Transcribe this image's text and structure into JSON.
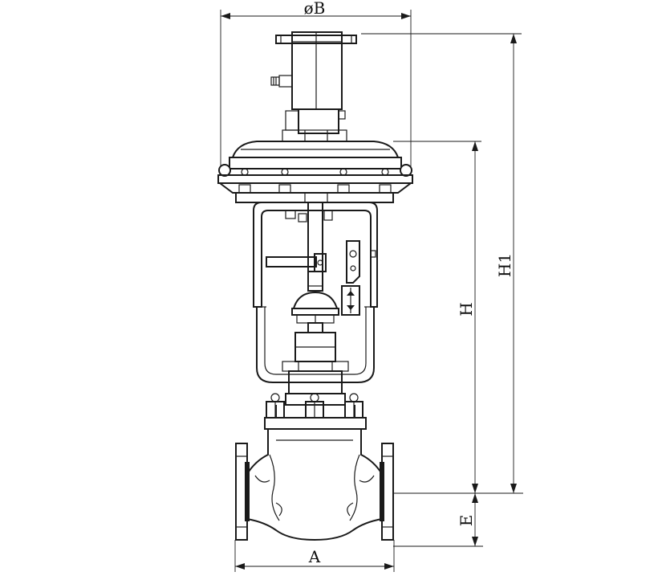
{
  "diagram": {
    "dimensions": {
      "diameter_b": "øB",
      "h1": "H1",
      "h": "H",
      "e": "E",
      "a": "A"
    },
    "colors": {
      "line": "#1a1a1a",
      "background": "#ffffff"
    }
  }
}
